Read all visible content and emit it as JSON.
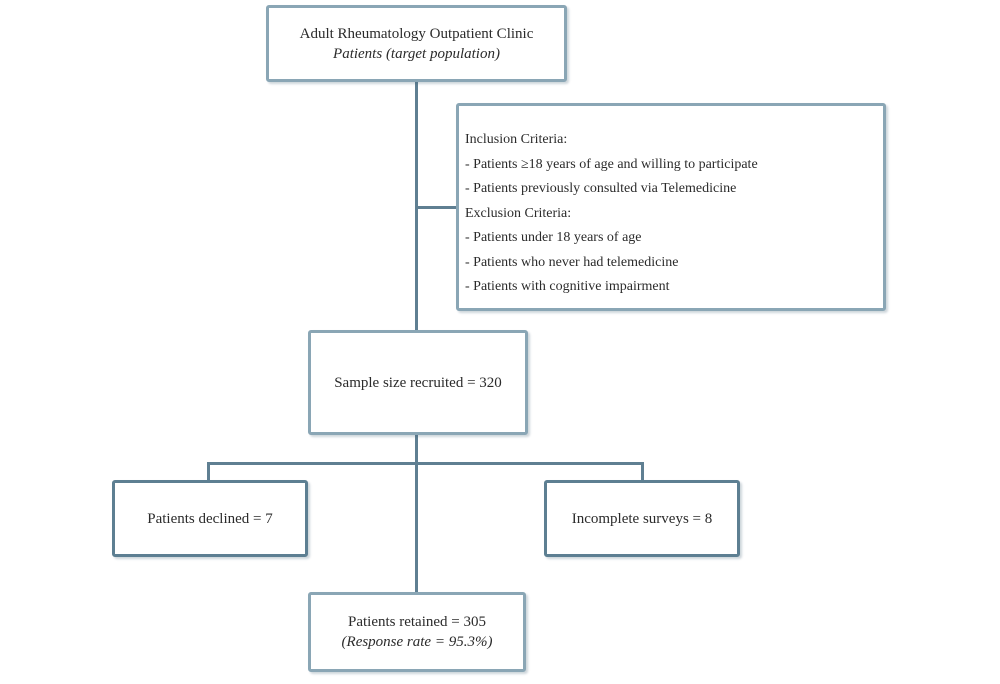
{
  "colors": {
    "box_border": "#8aa6b5",
    "connector": "#5f7f92",
    "text": "#2b2b2b"
  },
  "clinic": {
    "title": "Adult Rheumatology Outpatient Clinic",
    "subtitle": "Patients (target population)"
  },
  "criteria": {
    "inclusion_heading": "Inclusion Criteria:",
    "inclusion": [
      "Patients ≥18 years of age and willing to participate",
      "Patients previously consulted via Telemedicine"
    ],
    "exclusion_heading": "Exclusion Criteria:",
    "exclusion": [
      "Patients under 18 years of age",
      "Patients who never had telemedicine",
      "Patients with cognitive impairment"
    ]
  },
  "sample": {
    "label": "Sample size recruited = 320"
  },
  "declined": {
    "label": "Patients declined = 7"
  },
  "incomplete": {
    "label": "Incomplete surveys = 8"
  },
  "retained": {
    "label": "Patients retained = 305",
    "rate": "(Response rate = 95.3%)"
  }
}
